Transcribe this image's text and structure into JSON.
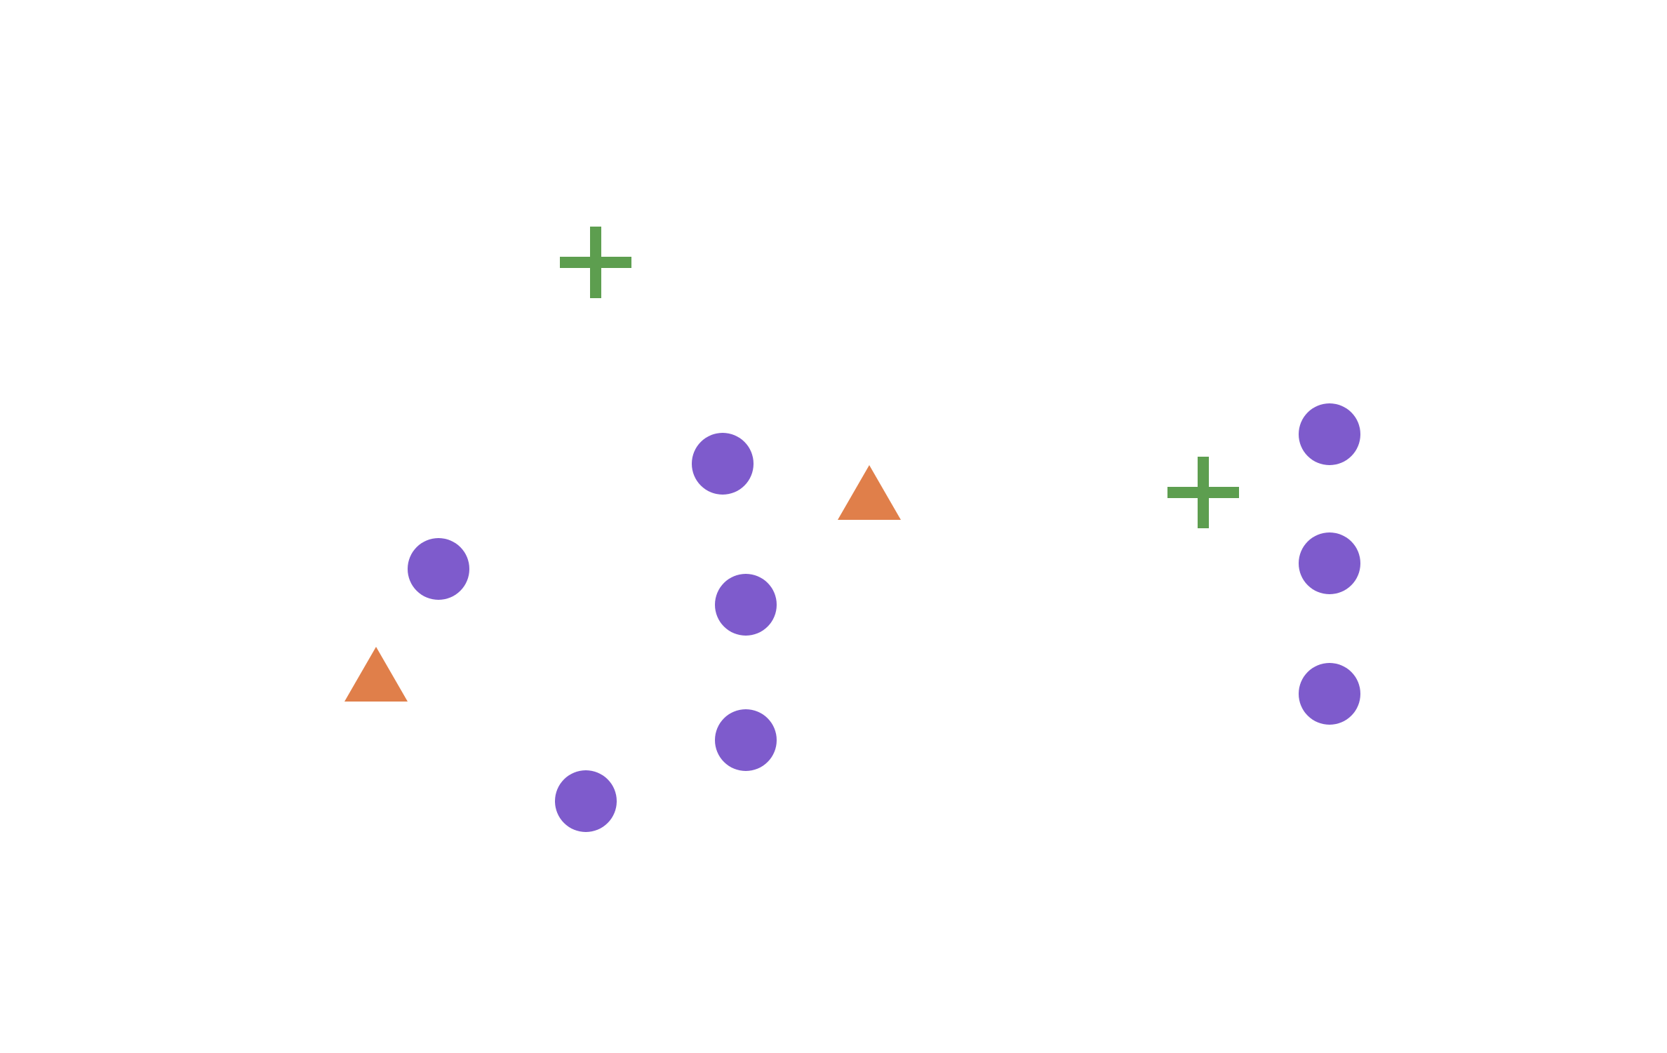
{
  "canvas": {
    "background": "#ffffff"
  },
  "colors": {
    "circle": "#7e5bcc",
    "triangle": "#e07f4a",
    "plus": "#5d9e4f"
  },
  "shapes": [
    {
      "kind": "plus",
      "icon": "plus-icon"
    },
    {
      "kind": "circle",
      "icon": "circle-icon"
    },
    {
      "kind": "triangle",
      "icon": "triangle-icon"
    },
    {
      "kind": "plus",
      "icon": "plus-icon"
    },
    {
      "kind": "circle",
      "icon": "circle-icon"
    },
    {
      "kind": "circle",
      "icon": "circle-icon"
    },
    {
      "kind": "circle",
      "icon": "circle-icon"
    },
    {
      "kind": "circle",
      "icon": "circle-icon"
    },
    {
      "kind": "triangle",
      "icon": "triangle-icon"
    },
    {
      "kind": "circle",
      "icon": "circle-icon"
    },
    {
      "kind": "circle",
      "icon": "circle-icon"
    },
    {
      "kind": "circle",
      "icon": "circle-icon"
    }
  ]
}
